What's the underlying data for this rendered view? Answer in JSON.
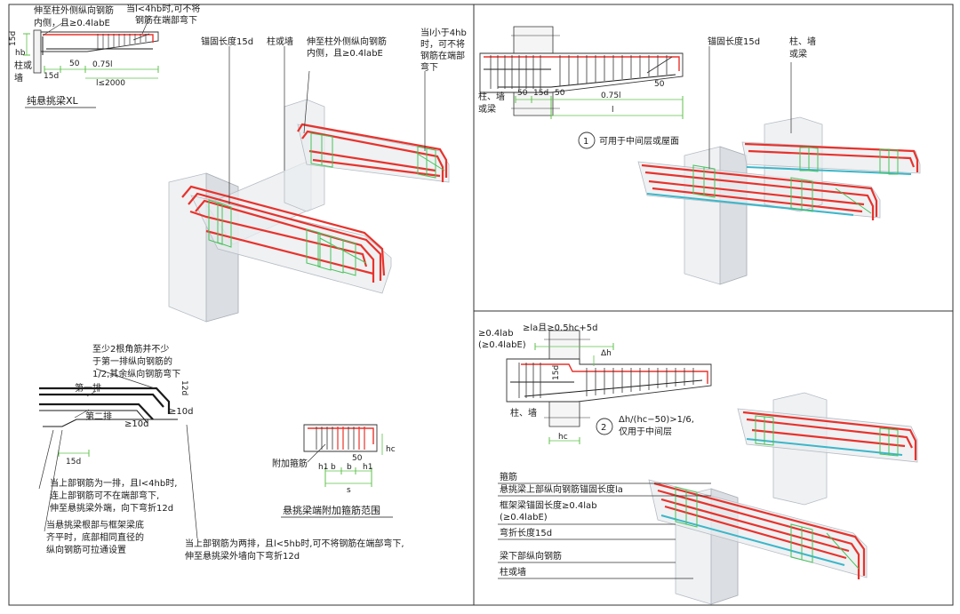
{
  "panel_tl": {
    "note_top": [
      "伸至柱外侧纵向钢筋",
      "内侧，且≥0.4labE"
    ],
    "note_top_right": [
      "当l<4hb时,可不将",
      "钢筋在端部弯下"
    ],
    "dim_15d_v": "15d",
    "dim_hb": "hb",
    "dim_15d_h": "15d",
    "dim_50": "50",
    "dim_075l": "0.75l",
    "dim_l": "l≤2000",
    "support_label": [
      "柱或",
      "墙"
    ],
    "caption": "纯悬挑梁XL",
    "label_anchor": "锚固长度15d",
    "label_column": "柱或墙",
    "label_outer": [
      "伸至柱外侧纵向钢筋",
      "内侧，且≥0.4labE"
    ],
    "label_right": [
      "当l小于4hb",
      "时，可不将",
      "钢筋在端部",
      "弯下"
    ]
  },
  "panel_tr": {
    "label_support": [
      "柱、墙",
      "或梁"
    ],
    "dim_50a": "50",
    "dim_15d": "15d",
    "dim_50b": "50",
    "dim_075l": "0.75l",
    "dim_l": "l",
    "dim_50c": "50",
    "note_num": "1",
    "note_text": "可用于中间层或屋面",
    "label_anchor": "锚固长度15d",
    "label_support_3d": [
      "柱、墙",
      "或梁"
    ]
  },
  "panel_bl": {
    "note_corner": [
      "至少2根角筋并不少",
      "于第一排纵向钢筋的",
      "1/2,其余纵向钢筋弯下"
    ],
    "row1": "第一排",
    "row2": "第二排",
    "dim_12d": "12d",
    "dim_10d_a": "≥10d",
    "dim_10d_b": "≥10d",
    "dim_15d": "15d",
    "note_single": [
      "当上部钢筋为一排，且l<4hb时,",
      "连上部钢筋可不在端部弯下,",
      "伸至悬挑梁外端，向下弯折12d"
    ],
    "note_bottom": [
      "当悬挑梁根部与框架梁底",
      "齐平时，底部相同直径的",
      "纵向钢筋可拉通设置"
    ],
    "note_double": [
      "当上部钢筋为两排，且l<5hb时,可不将钢筋在端部弯下,",
      "伸至悬挑梁外墙向下弯折12d"
    ]
  },
  "panel_bm": {
    "label_stirrup": "附加箍筋",
    "dim_50": "50",
    "dim_h1": "h1",
    "dim_b1": "b",
    "dim_b2": "b",
    "dim_hc": "hc",
    "dim_s": "s",
    "dim_h1b": "h1",
    "caption": "悬挑梁端附加箍筋范围"
  },
  "panel_br": {
    "note_la": "≥la且≥0.5hc+5d",
    "note_labe": [
      "≥0.4lab",
      "(≥0.4labE)"
    ],
    "dim_15d": "15d",
    "dim_delta": "Δh",
    "label_support": "柱、墙",
    "dim_hc": "hc",
    "note_num": "2",
    "note_text": [
      "Δh/(hc−50)>1/6,",
      "仅用于中间层"
    ],
    "legend": [
      "箍筋",
      "悬挑梁上部纵向钢筋锚固长度la",
      "框架梁锚固长度≥0.4lab",
      "(≥0.4labE)",
      "弯折长度15d",
      "梁下部纵向钢筋",
      "柱或墙"
    ]
  }
}
